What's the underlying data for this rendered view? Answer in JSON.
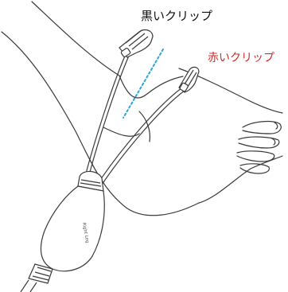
{
  "labels": {
    "black_clip": "黒いクリップ",
    "red_clip": "赤いクリップ"
  },
  "device": {
    "handle_text": "Right Leg"
  },
  "colors": {
    "black_label": "#111111",
    "red_label": "#d42a2a",
    "guide_line": "#2aa7d8",
    "outline": "#3a3a3a"
  },
  "icons": {
    "black_clip": "black-clip-icon",
    "red_clip": "red-clip-icon"
  }
}
